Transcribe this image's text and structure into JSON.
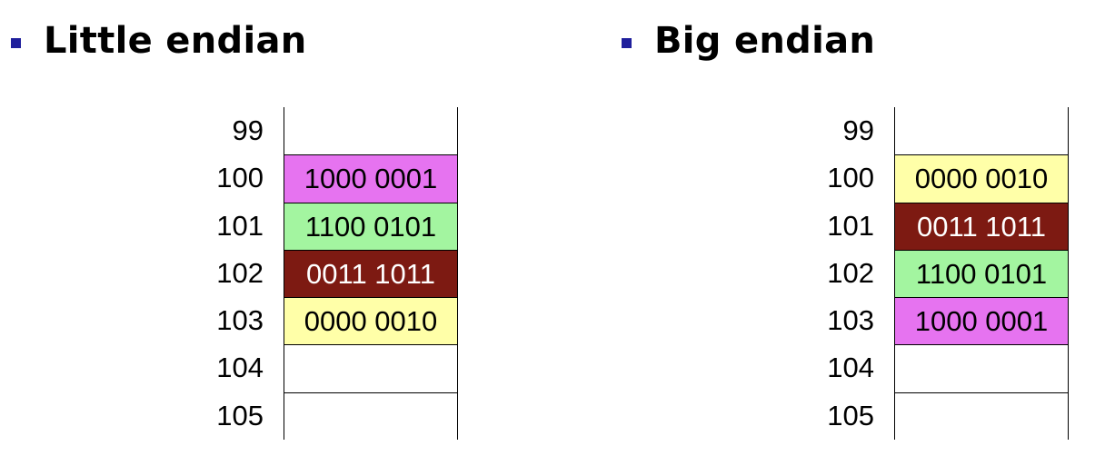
{
  "colors": {
    "bullet": "#1f1f9c",
    "pink": "#e673f0",
    "green": "#a3f5a0",
    "maroon": "#7d1a12",
    "yellow": "#ffffa8",
    "empty": "#ffffff"
  },
  "left": {
    "title": "Little endian",
    "rows": [
      {
        "addr": "99",
        "value": "",
        "color": "#ffffff",
        "text_color": "#000000"
      },
      {
        "addr": "100",
        "value": "1000 0001",
        "color": "#e673f0",
        "text_color": "#000000"
      },
      {
        "addr": "101",
        "value": "1100 0101",
        "color": "#a3f5a0",
        "text_color": "#000000"
      },
      {
        "addr": "102",
        "value": "0011 1011",
        "color": "#7d1a12",
        "text_color": "#ffffff"
      },
      {
        "addr": "103",
        "value": "0000 0010",
        "color": "#ffffa8",
        "text_color": "#000000"
      },
      {
        "addr": "104",
        "value": "",
        "color": "#ffffff",
        "text_color": "#000000"
      },
      {
        "addr": "105",
        "value": "",
        "color": "#ffffff",
        "text_color": "#000000"
      }
    ]
  },
  "right": {
    "title": "Big endian",
    "rows": [
      {
        "addr": "99",
        "value": "",
        "color": "#ffffff",
        "text_color": "#000000"
      },
      {
        "addr": "100",
        "value": "0000 0010",
        "color": "#ffffa8",
        "text_color": "#000000"
      },
      {
        "addr": "101",
        "value": "0011 1011",
        "color": "#7d1a12",
        "text_color": "#ffffff"
      },
      {
        "addr": "102",
        "value": "1100 0101",
        "color": "#a3f5a0",
        "text_color": "#000000"
      },
      {
        "addr": "103",
        "value": "1000 0001",
        "color": "#e673f0",
        "text_color": "#000000"
      },
      {
        "addr": "104",
        "value": "",
        "color": "#ffffff",
        "text_color": "#000000"
      },
      {
        "addr": "105",
        "value": "",
        "color": "#ffffff",
        "text_color": "#000000"
      }
    ]
  }
}
